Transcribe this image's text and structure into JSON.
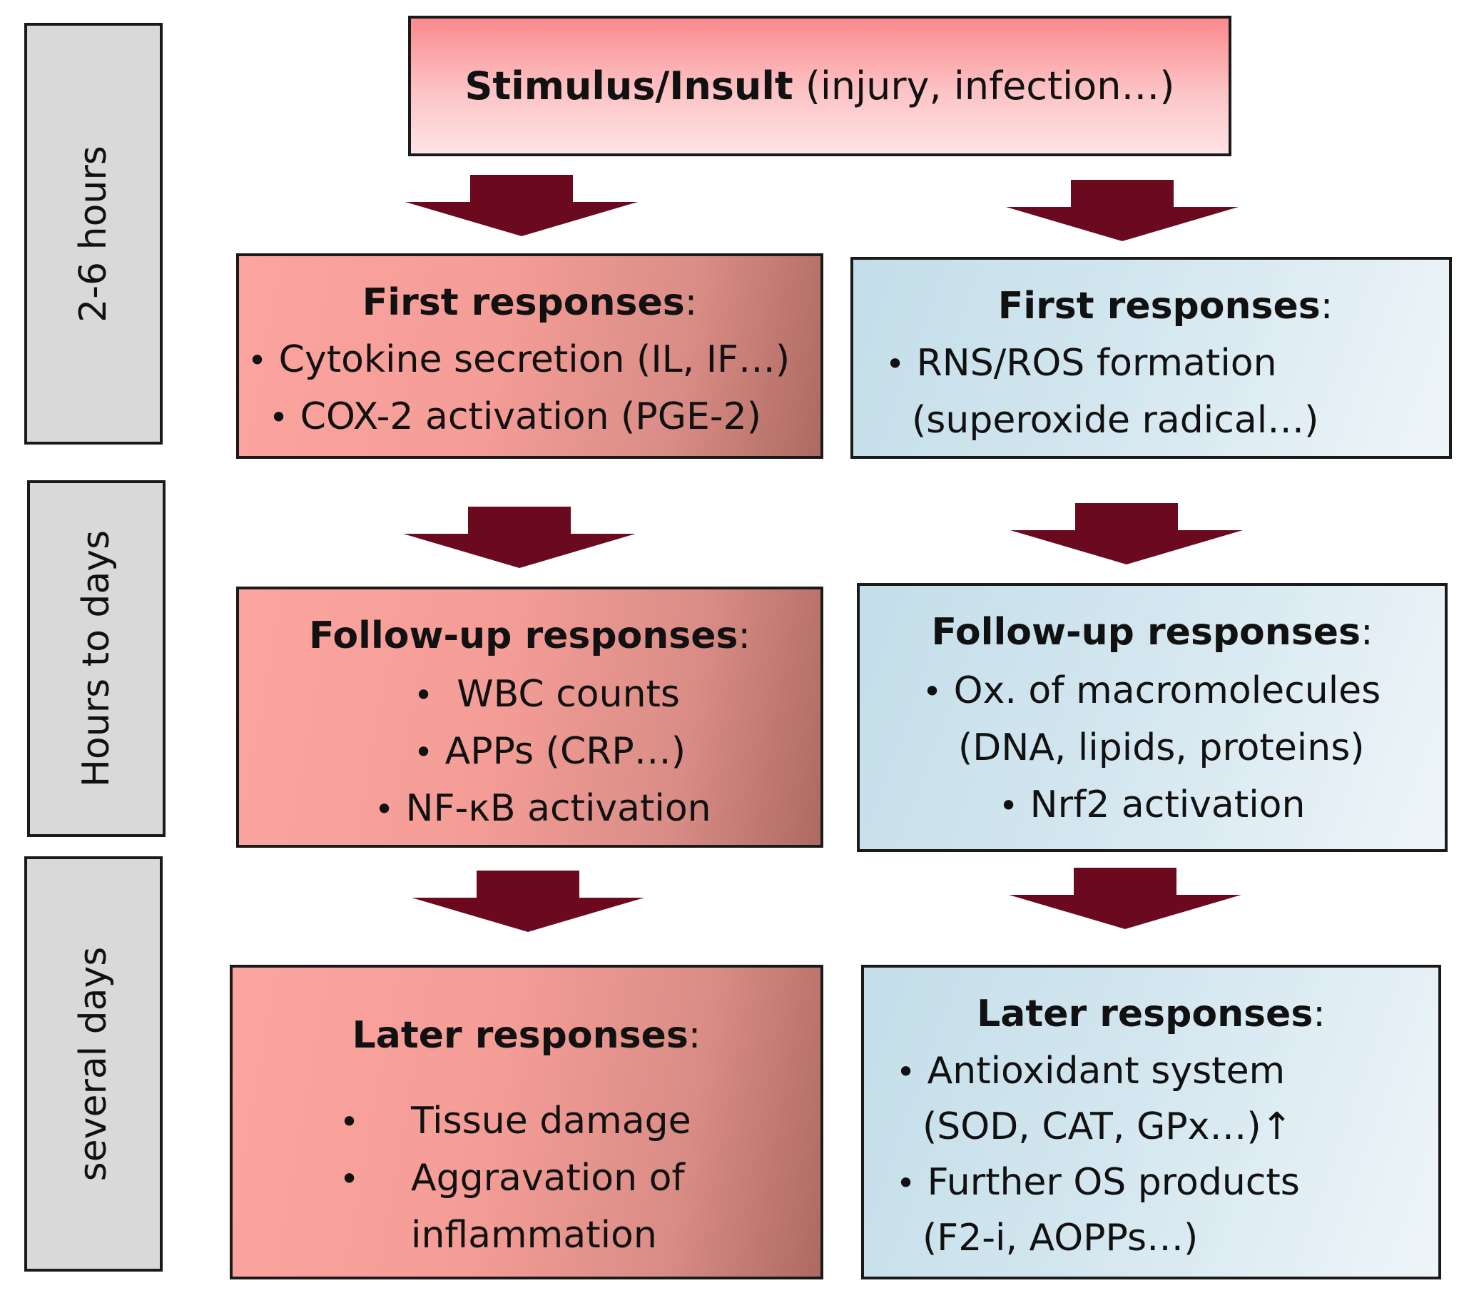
{
  "time_labels": [
    "2-6 hours",
    "Hours to days",
    "several days"
  ],
  "stimulus": {
    "bold": "Stimulus/Insult",
    "rest": " (injury, infection…)"
  },
  "bullet": "•",
  "left_boxes": [
    {
      "title": "First responses",
      "colon": ":",
      "items": [
        "Cytokine secretion (IL, IF…)",
        "COX-2 activation (PGE-2)"
      ]
    },
    {
      "title": "Follow-up responses",
      "colon": ":",
      "items": [
        "WBC counts",
        "APPs (CRP…)",
        "NF-κB activation"
      ]
    },
    {
      "title": "Later responses",
      "colon": ":",
      "items": [
        "Tissue damage",
        "Aggravation of",
        "inflammation"
      ]
    }
  ],
  "right_boxes": [
    {
      "title": "First responses",
      "colon": ":",
      "items": [
        "RNS/ROS formation",
        "(superoxide radical…)"
      ]
    },
    {
      "title": "Follow-up responses",
      "colon": ":",
      "items": [
        "Ox. of macromolecules",
        "(DNA, lipids, proteins)",
        "Nrf2 activation"
      ]
    },
    {
      "title": "Later responses",
      "colon": ":",
      "items": [
        "Antioxidant system",
        "(SOD, CAT, GPx…)↑",
        "Further OS products",
        "(F2-i, AOPPs…)"
      ]
    }
  ],
  "colors": {
    "arrow": "#6b0a1f",
    "time_box": "#d9d9d9",
    "inflammation_box": "#f49c96",
    "oxidative_box": "#c3dee9"
  }
}
